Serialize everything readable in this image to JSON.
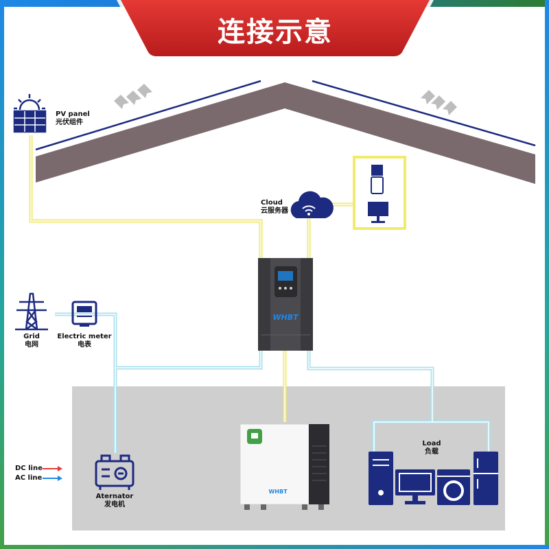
{
  "title": "连接示意",
  "labels": {
    "pv_panel_en": "PV panel",
    "pv_panel_cn": "光伏组件",
    "cloud_en": "Cloud",
    "cloud_cn": "云服务器",
    "grid_en": "Grid",
    "grid_cn": "电网",
    "meter_en": "Electric meter",
    "meter_cn": "电表",
    "generator_en": "Aternator",
    "generator_cn": "发电机",
    "load_en": "Load",
    "load_cn": "负载",
    "inverter_brand": "WHBT",
    "battery_brand": "WHBT"
  },
  "legend": {
    "dc_line": "DC line",
    "ac_line": "AC line",
    "dc_color": "#e53935",
    "ac_color": "#1e88e5"
  },
  "colors": {
    "dc_wire": "#f2ea6d",
    "ac_wire": "#a9e1ef",
    "icon_navy": "#1c2a80",
    "roof": "#7a6a6d",
    "banner": "#d32f2f"
  }
}
